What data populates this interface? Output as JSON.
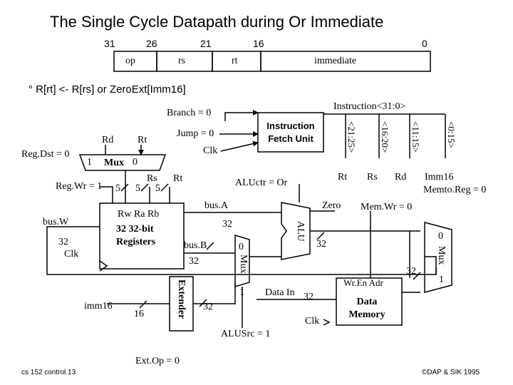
{
  "title": "The Single Cycle Datapath during Or Immediate",
  "instruction_format": {
    "bit_positions": [
      "31",
      "26",
      "21",
      "16",
      "0"
    ],
    "fields": [
      "op",
      "rs",
      "rt",
      "immediate"
    ]
  },
  "operation": "° R[rt] <- R[rs] or ZeroExt[Imm16]",
  "signals": {
    "branch": "Branch = 0",
    "jump": "Jump = 0",
    "regdst": "Reg.Dst = 0",
    "regwr": "Reg.Wr = 1",
    "aluctr": "ALUctr = Or",
    "alusrc": "ALUSrc = 1",
    "memwr": "Mem.Wr = 0",
    "memtoreg": "Memto.Reg = 0",
    "extop": "Ext.Op = 0"
  },
  "instruction_bus": {
    "label": "Instruction<31:0>",
    "fields": [
      "<21:25>",
      "<16:20>",
      "<11:15>",
      "<0:15>"
    ],
    "outputs": [
      "Rt",
      "Rs",
      "Rd",
      "Imm16"
    ]
  },
  "ifu": {
    "line1": "Instruction",
    "line2": "Fetch Unit"
  },
  "clk": "Clk",
  "regdst_mux": {
    "in_rd": "Rd",
    "in_rt": "Rt",
    "one": "1",
    "label": "Mux",
    "zero": "0"
  },
  "widths": {
    "five": "5",
    "thirtytwo": "32",
    "sixteen": "16"
  },
  "regfile": {
    "rs": "Rs",
    "rt": "Rt",
    "ports": "Rw  Ra  Rb",
    "line1": "32 32-bit",
    "line2": "Registers",
    "busw": "bus.W",
    "busa": "bus.A",
    "busb": "bus.B"
  },
  "alusrc_mux": {
    "zero": "0",
    "label": "Mux",
    "one": "1"
  },
  "alu": {
    "label": "ALU",
    "zero": "Zero"
  },
  "extender": {
    "label": "Extender",
    "imm16": "imm16"
  },
  "memory": {
    "datain": "Data In",
    "ports": "Wr.En  Adr",
    "line1": "Data",
    "line2": "Memory"
  },
  "memtoreg_mux": {
    "zero": "0",
    "label": "Mux",
    "one": "1"
  },
  "footer": {
    "left": "cs 152  control.13",
    "right": "©DAP & SIK 1995"
  }
}
